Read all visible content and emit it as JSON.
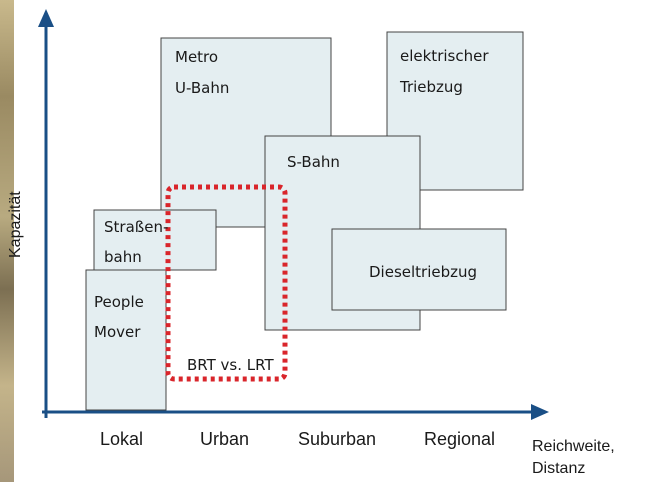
{
  "diagram": {
    "y_axis_label": "Kapazität",
    "x_axis_label_line1": "Reichweite,",
    "x_axis_label_line2": "Distanz",
    "x_categories": [
      "Lokal",
      "Urban",
      "Suburban",
      "Regional"
    ],
    "regions": [
      {
        "id": "metro",
        "lines": [
          "Metro",
          "U-Bahn"
        ]
      },
      {
        "id": "elektrischer-triebzug",
        "lines": [
          "elektrischer",
          "Triebzug"
        ]
      },
      {
        "id": "s-bahn",
        "lines": [
          "S-Bahn"
        ]
      },
      {
        "id": "dieseltriebzug",
        "lines": [
          "Dieseltriebzug"
        ]
      },
      {
        "id": "strassenbahn",
        "lines": [
          "Straßen-",
          "bahn"
        ]
      },
      {
        "id": "people-mover",
        "lines": [
          "People",
          "Mover"
        ]
      }
    ],
    "highlight": {
      "label": "BRT vs. LRT",
      "color": "#d9252b"
    },
    "colors": {
      "box_fill": "#e4eef1",
      "axis": "#1a4f86"
    }
  }
}
